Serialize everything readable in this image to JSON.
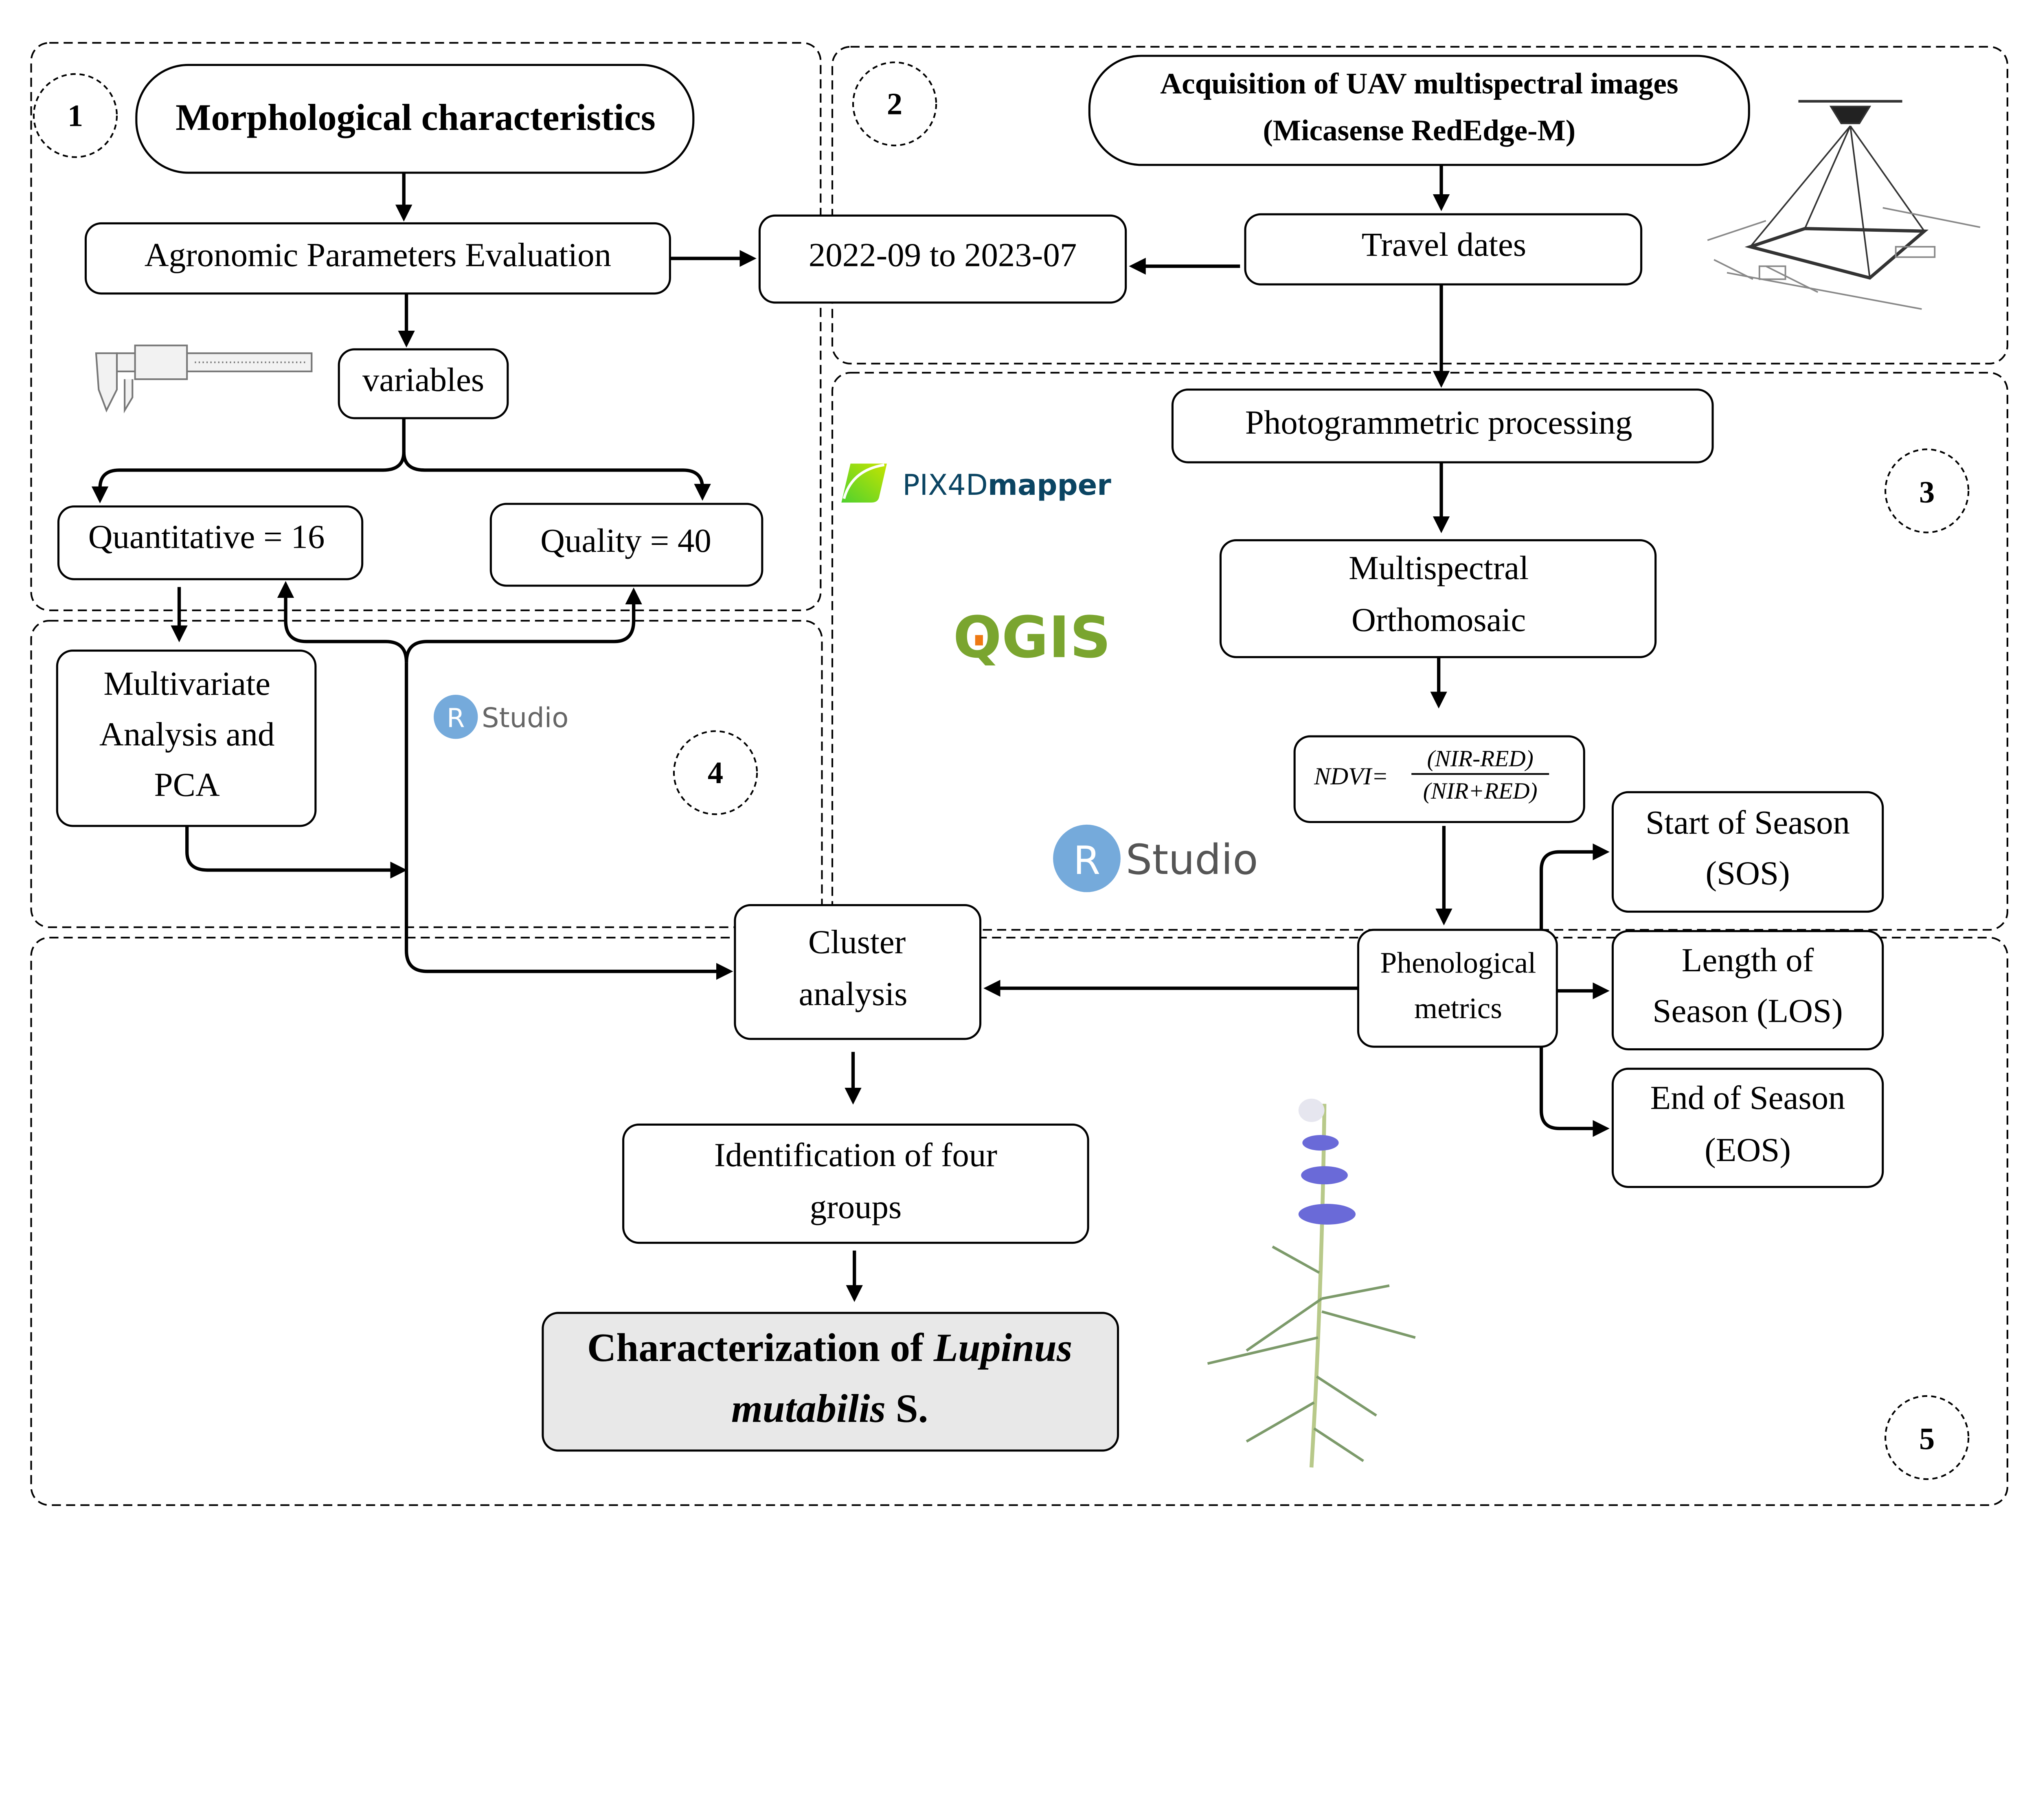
{
  "sections": [
    "1",
    "2",
    "3",
    "4",
    "5"
  ],
  "boxes": {
    "morph": "Morphological characteristics",
    "agronomic": "Agronomic Parameters Evaluation",
    "dates": "2022-09 to 2023-07",
    "acq_line1": "Acquisition of UAV multispectral images",
    "acq_line2": "(Micasense RedEdge-M)",
    "travel": "Travel dates",
    "variables": "variables",
    "quant": "Quantitative = 16",
    "quality": "Quality = 40",
    "multi1": "Multivariate",
    "multi2": "Analysis and",
    "multi3": "PCA",
    "photo": "Photogrammetric processing",
    "ortho1": "Multispectral",
    "ortho2": "Orthomosaic",
    "ndvi_lhs": "NDVI=",
    "ndvi_num": "(NIR-RED)",
    "ndvi_den": "(NIR+RED)",
    "pheno1": "Phenological",
    "pheno2": "metrics",
    "sos1": "Start of Season",
    "sos2": "(SOS)",
    "los1": "Length of",
    "los2": "Season (LOS)",
    "eos1": "End of Season",
    "eos2": "(EOS)",
    "cluster1": "Cluster",
    "cluster2": "analysis",
    "ident1": "Identification of four",
    "ident2": "groups",
    "char1a": "Characterization of ",
    "char1b": "Lupinus",
    "char2a": "mutabilis",
    "char2b": " S."
  },
  "logos": {
    "pix4d_a": "PIX4D",
    "pix4d_b": "mapper",
    "qgis": "QGIS",
    "rstudio_r": "R",
    "rstudio": "Studio"
  },
  "colors": {
    "pix4d_text": "#0a4462",
    "qgis_green": "#7aa52f",
    "rstudio_blue": "#75aadb",
    "final_box": "#e8e8e8"
  }
}
